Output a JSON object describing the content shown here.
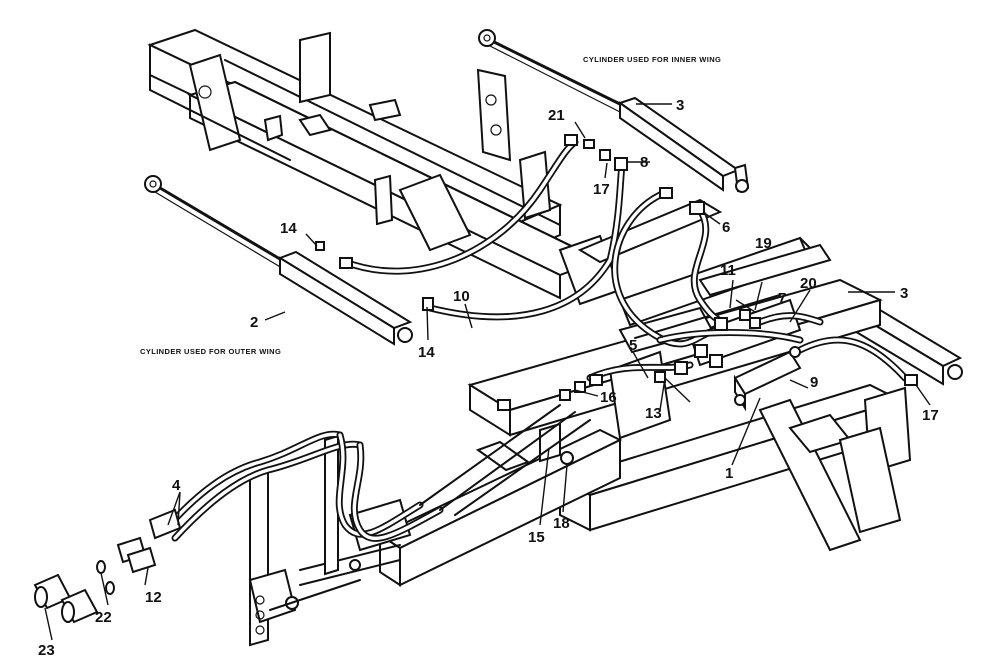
{
  "captions": {
    "inner_wing": "CYLINDER USED FOR INNER WING",
    "outer_wing": "CYLINDER USED FOR OUTER WING"
  },
  "callouts": {
    "c1": "1",
    "c2": "2",
    "c3a": "3",
    "c3b": "3",
    "c4": "4",
    "c5": "5",
    "c6": "6",
    "c7": "7",
    "c8": "8",
    "c9": "9",
    "c10": "10",
    "c11": "11",
    "c12": "12",
    "c13": "13",
    "c14a": "14",
    "c14b": "14",
    "c15": "15",
    "c16": "16",
    "c17a": "17",
    "c17b": "17",
    "c18": "18",
    "c19": "19",
    "c20": "20",
    "c21": "21",
    "c22": "22",
    "c23": "23"
  }
}
